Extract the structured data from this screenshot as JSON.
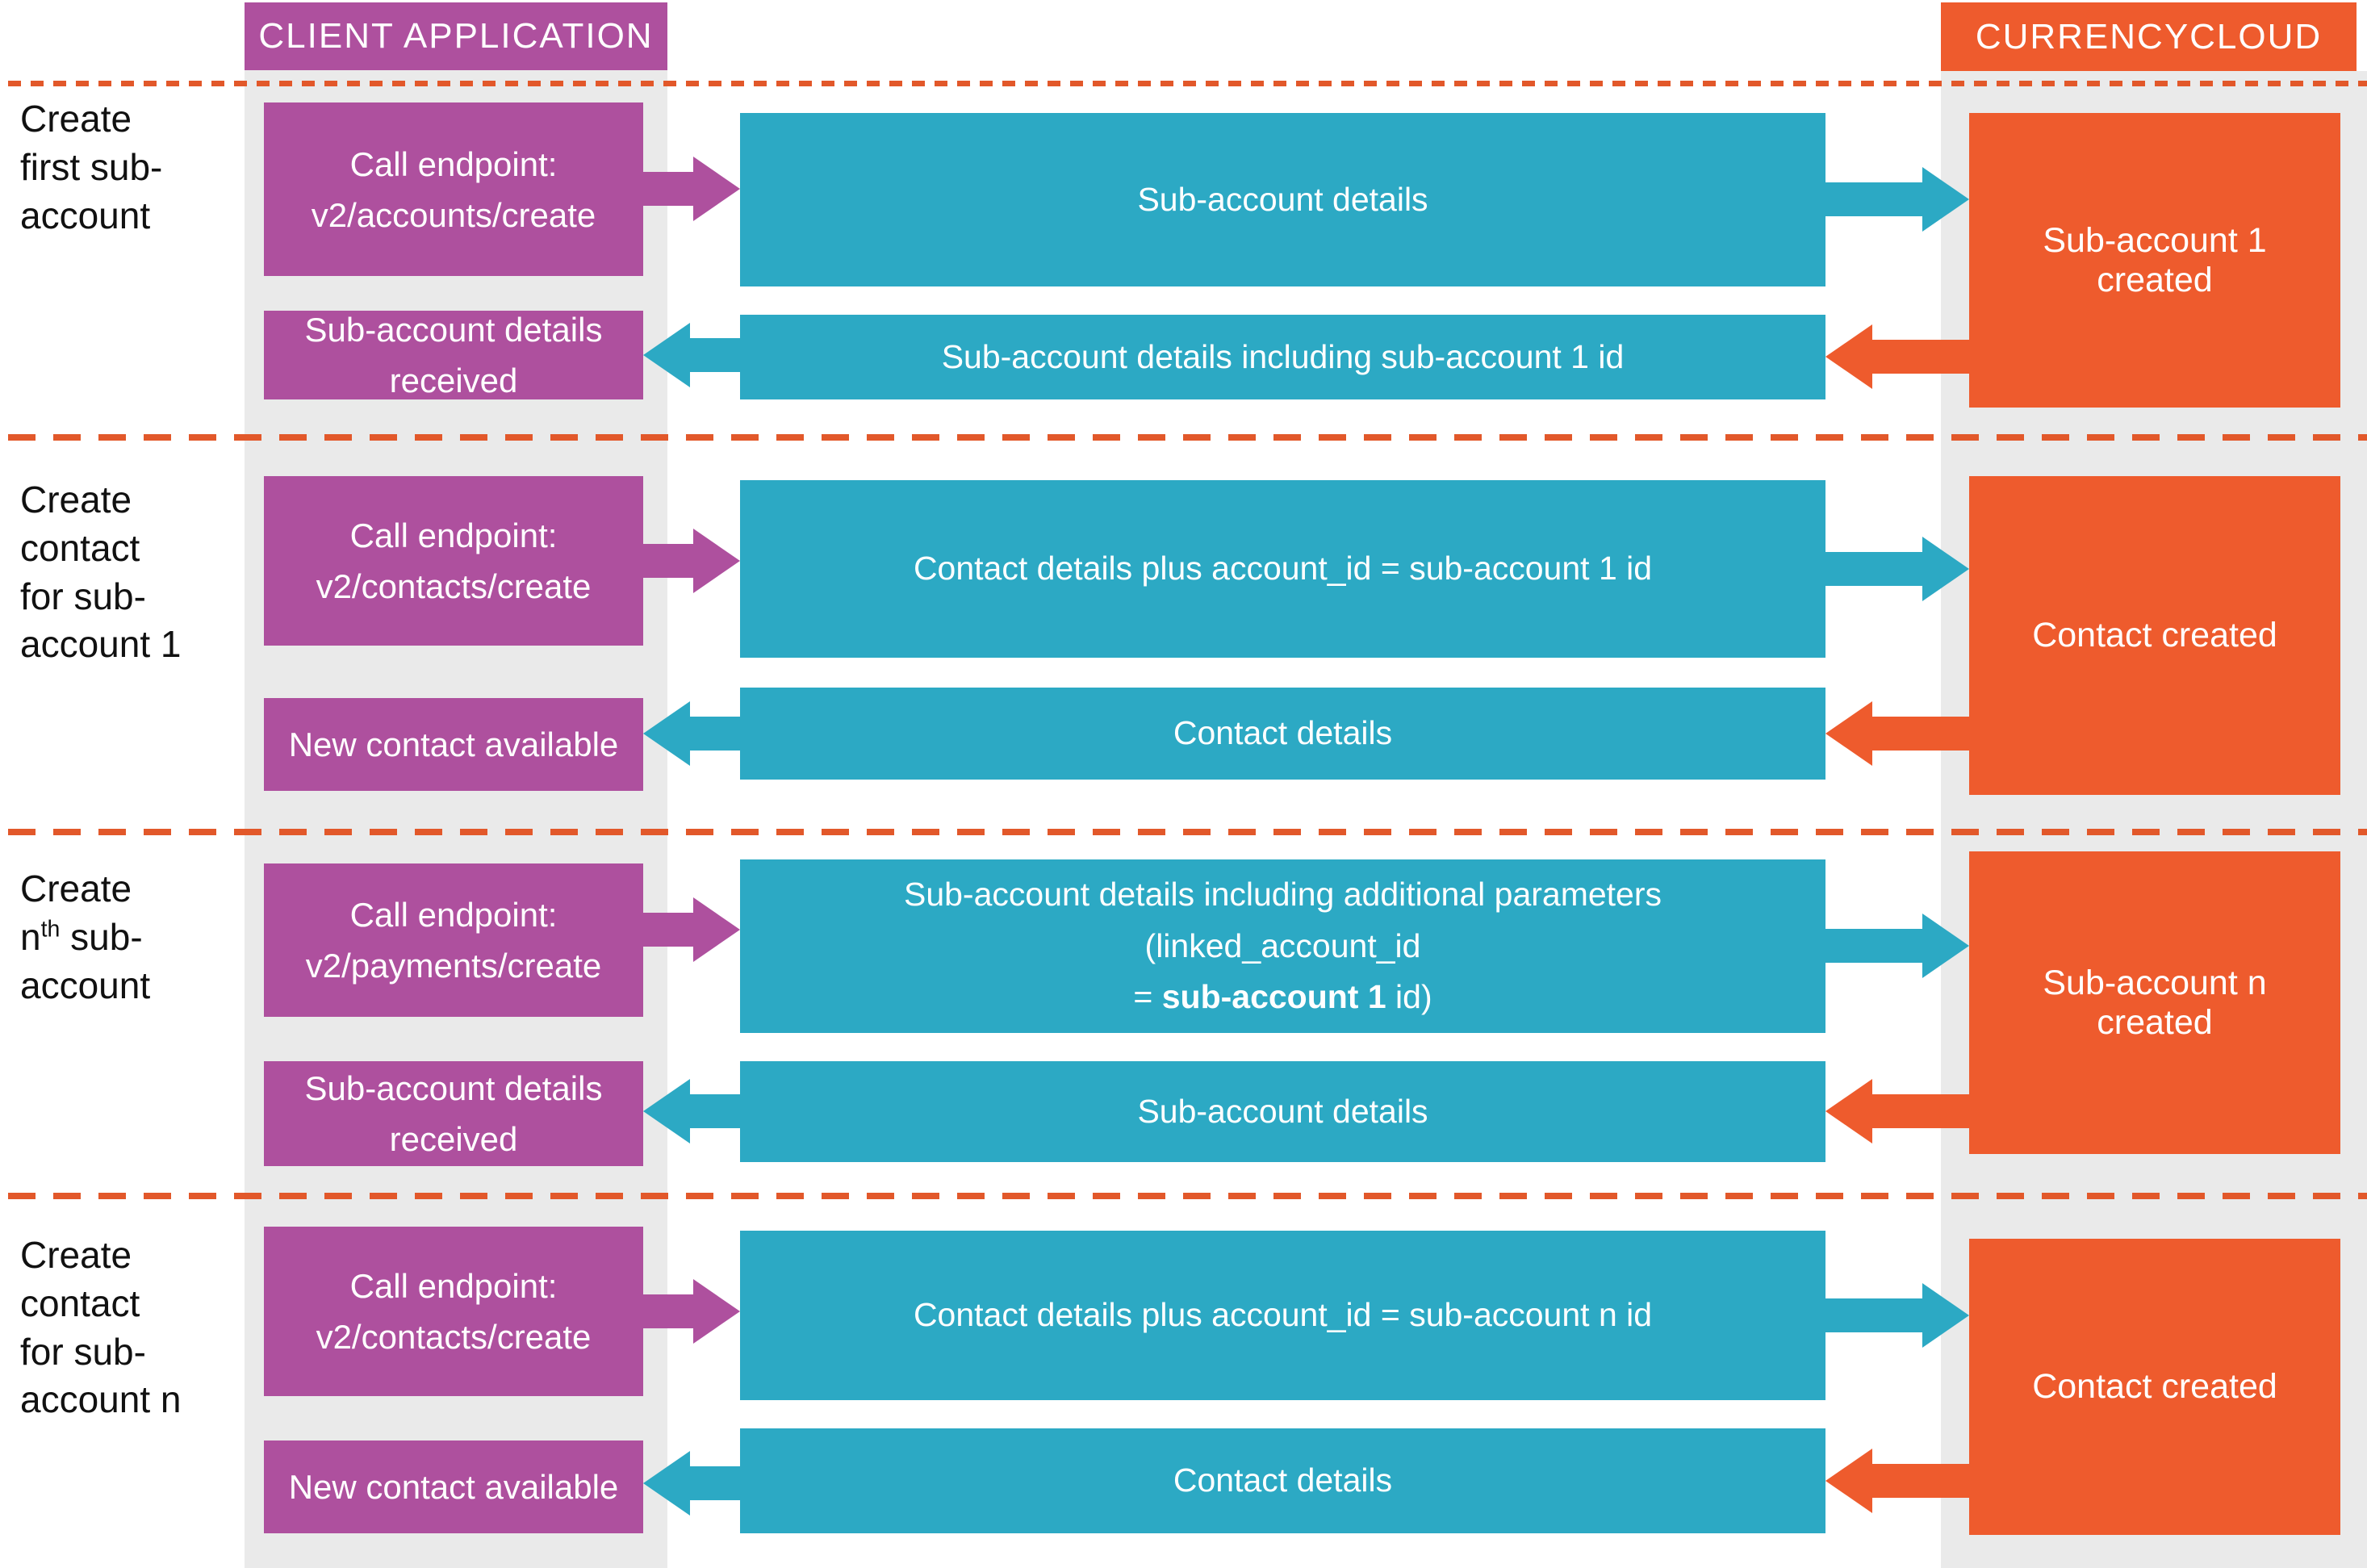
{
  "header": {
    "left": "CLIENT APPLICATION",
    "right": "CURRENCYCLOUD"
  },
  "colors": {
    "magenta": "#ae509e",
    "teal": "#2ca9c4",
    "orange": "#ee5b2d",
    "dash": "#e2582a",
    "grey": "#eaeaea"
  },
  "rows": [
    {
      "label": {
        "l1": "Create",
        "l2a": "first sub-",
        "l3": "account"
      },
      "call": {
        "l1": "Call endpoint:",
        "l2": "v2/accounts/create"
      },
      "request": {
        "t1": "Sub-account details"
      },
      "result": "Sub-account 1 created",
      "response": "Sub-account details including  sub-account 1 id",
      "ack": {
        "l1": "Sub-account details",
        "l2": "received"
      }
    },
    {
      "label": {
        "l1": "Create",
        "l2a": "contact",
        "l3": "for sub-",
        "l4": "account 1"
      },
      "call": {
        "l1": "Call endpoint:",
        "l2": "v2/contacts/create"
      },
      "request": {
        "t1": "Contact details plus account_id = sub-account 1 id"
      },
      "result": "Contact created",
      "response": "Contact details",
      "ack": {
        "l1": "New contact available"
      }
    },
    {
      "label": {
        "l1": "Create",
        "l2a": "n",
        "l2sup": "th",
        "l2b": " sub-",
        "l3": "account"
      },
      "call": {
        "l1": "Call endpoint:",
        "l2": "v2/payments/create"
      },
      "request": {
        "t1": "Sub-account details including  additional parameters (linked_account_id",
        "t1b": "= ",
        "t2": "sub-account 1",
        "t3": " id)"
      },
      "result": "Sub-account n created",
      "response": "Sub-account details",
      "ack": {
        "l1": "Sub-account details",
        "l2": "received"
      }
    },
    {
      "label": {
        "l1": "Create",
        "l2a": "contact",
        "l3": "for sub-",
        "l4": "account n"
      },
      "call": {
        "l1": "Call endpoint:",
        "l2": "v2/contacts/create"
      },
      "request": {
        "t1": "Contact details plus account_id = sub-account n id"
      },
      "result": "Contact created",
      "response": "Contact details",
      "ack": {
        "l1": "New contact available"
      }
    }
  ]
}
